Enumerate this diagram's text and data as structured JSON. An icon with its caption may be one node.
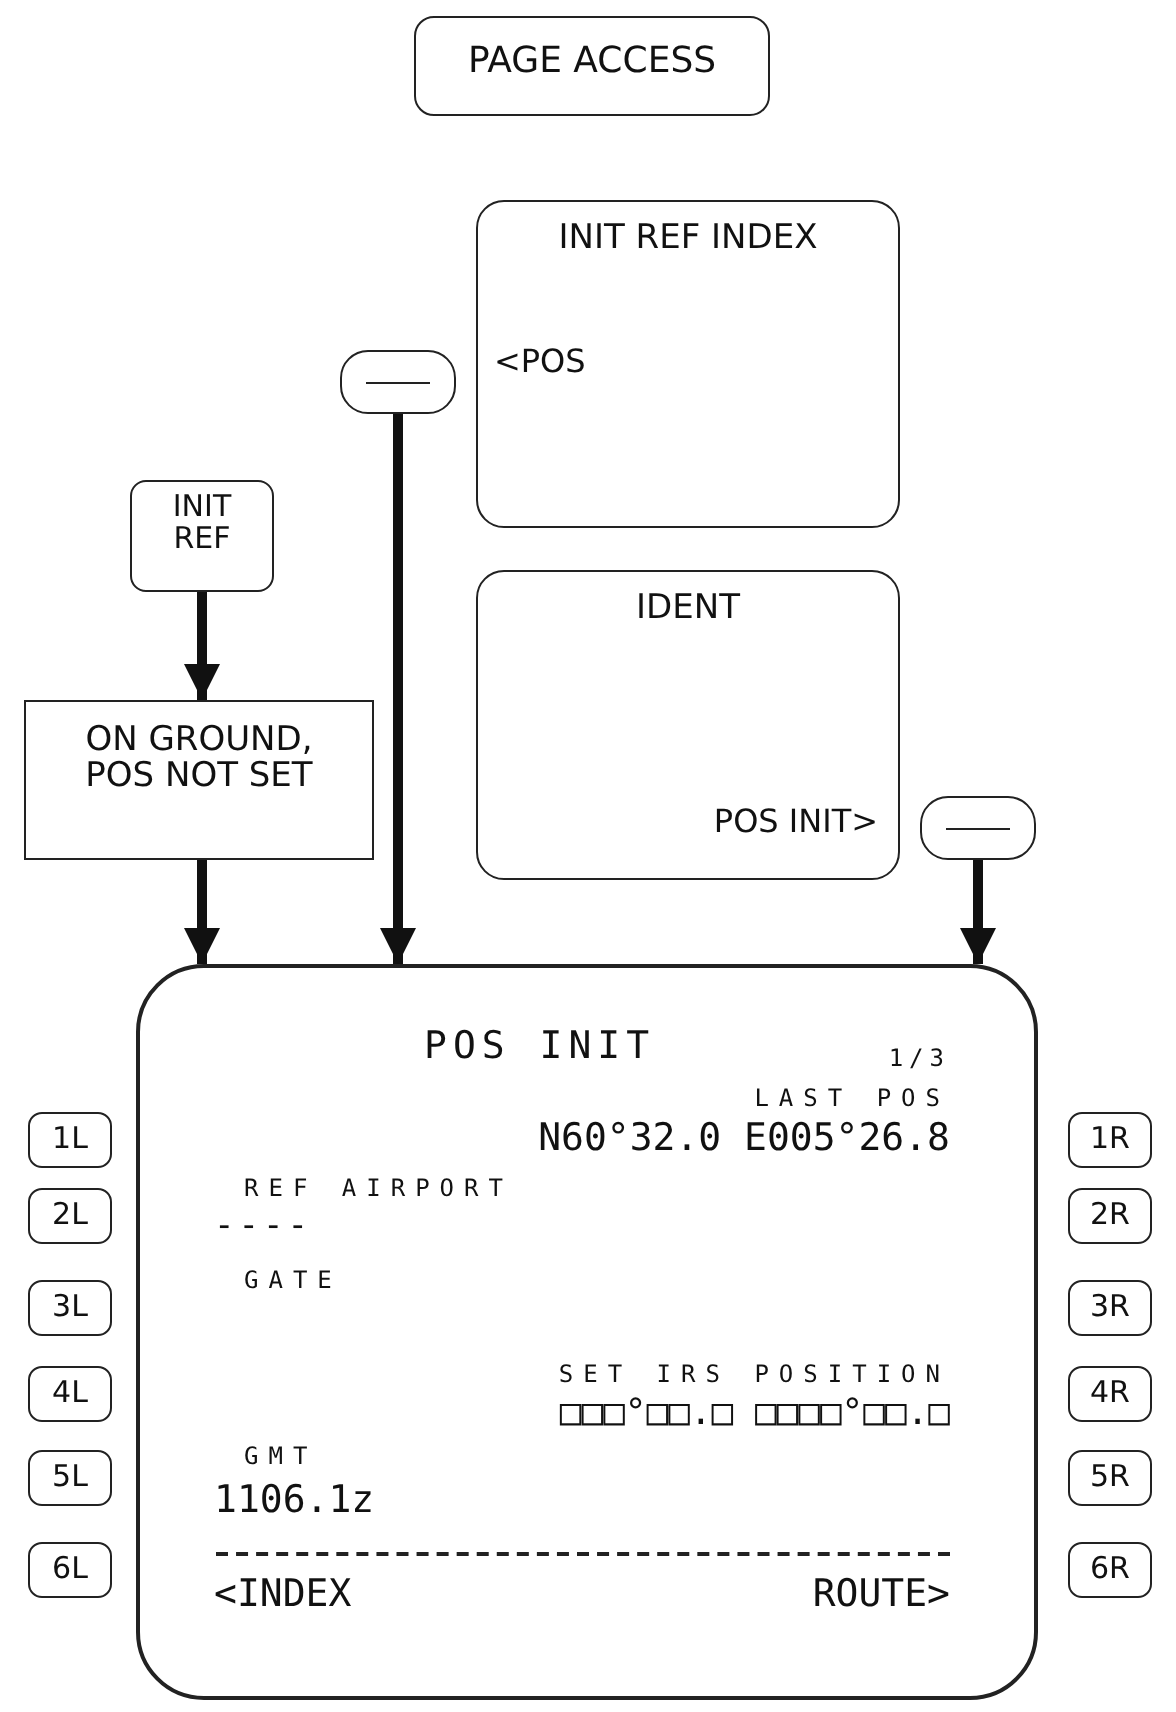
{
  "diagram": {
    "nodes": [
      {
        "text": [
          "PAGE ACCESS"
        ]
      },
      {
        "text": [
          "INIT REF INDEX",
          "<POS"
        ]
      },
      {
        "text": [],
        "shape": "box"
      },
      {
        "text": [
          "INIT REF"
        ]
      },
      {
        "text": [
          "IDENT",
          "POS INIT>"
        ]
      },
      {
        "text": [],
        "shape": "box"
      },
      {
        "text": [
          "ON GROUND, POS NOT SET"
        ]
      },
      {
        "text": [
          "POS INIT",
          "1/3",
          "LAST POS",
          "N60°32.0 E005°26.8",
          "REF AIRPORT",
          "----",
          "GATE",
          "SET IRS POSITION",
          "□□□°□□.□ □□□□°□□.□",
          "GMT",
          "1106.1z",
          "<INDEX",
          "ROUTE>"
        ]
      },
      {
        "text": [
          "1L"
        ]
      },
      {
        "text": [
          "1R"
        ]
      },
      {
        "text": [
          "2L"
        ]
      },
      {
        "text": [
          "2R"
        ]
      },
      {
        "text": [
          "3L"
        ]
      },
      {
        "text": [
          "3R"
        ]
      },
      {
        "text": [
          "4L"
        ]
      },
      {
        "text": [
          "4R"
        ]
      },
      {
        "text": [
          "5L"
        ]
      },
      {
        "text": [
          "5R"
        ]
      },
      {
        "text": [
          "6L"
        ]
      },
      {
        "text": [
          "6R"
        ]
      }
    ],
    "edges": [
      {
        "from": 3,
        "to": 6,
        "arrow": "to"
      },
      {
        "from": 6,
        "to": 7,
        "arrow": "to"
      },
      {
        "from": 2,
        "to": 7,
        "arrow": "to"
      },
      {
        "from": 5,
        "to": 7,
        "arrow": "to"
      }
    ]
  }
}
